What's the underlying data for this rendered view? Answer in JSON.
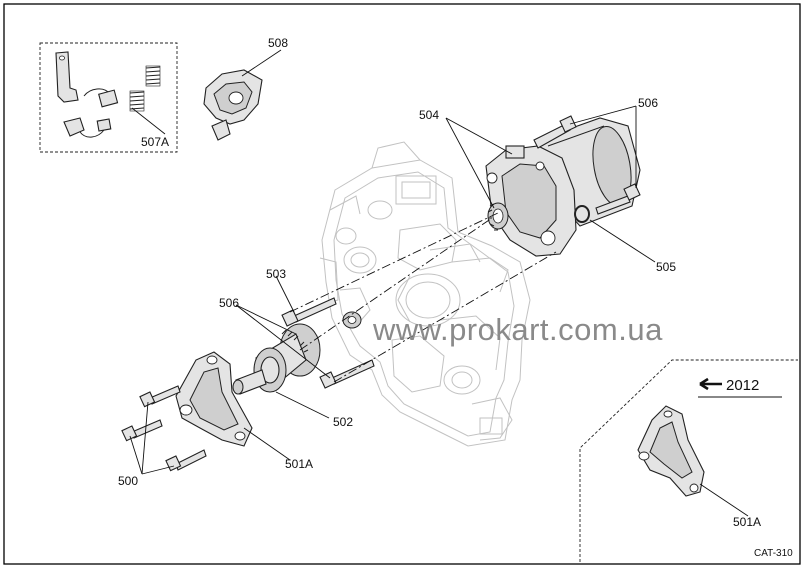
{
  "watermark": "www.prokart.com.ua",
  "figure_code": "CAT-310",
  "inset_year": "2012",
  "callouts": {
    "c500": "500",
    "c501A_main": "501A",
    "c501A_inset": "501A",
    "c502": "502",
    "c503": "503",
    "c504": "504",
    "c505": "505",
    "c506_left": "506",
    "c506_right": "506",
    "c507A": "507A",
    "c508": "508"
  }
}
